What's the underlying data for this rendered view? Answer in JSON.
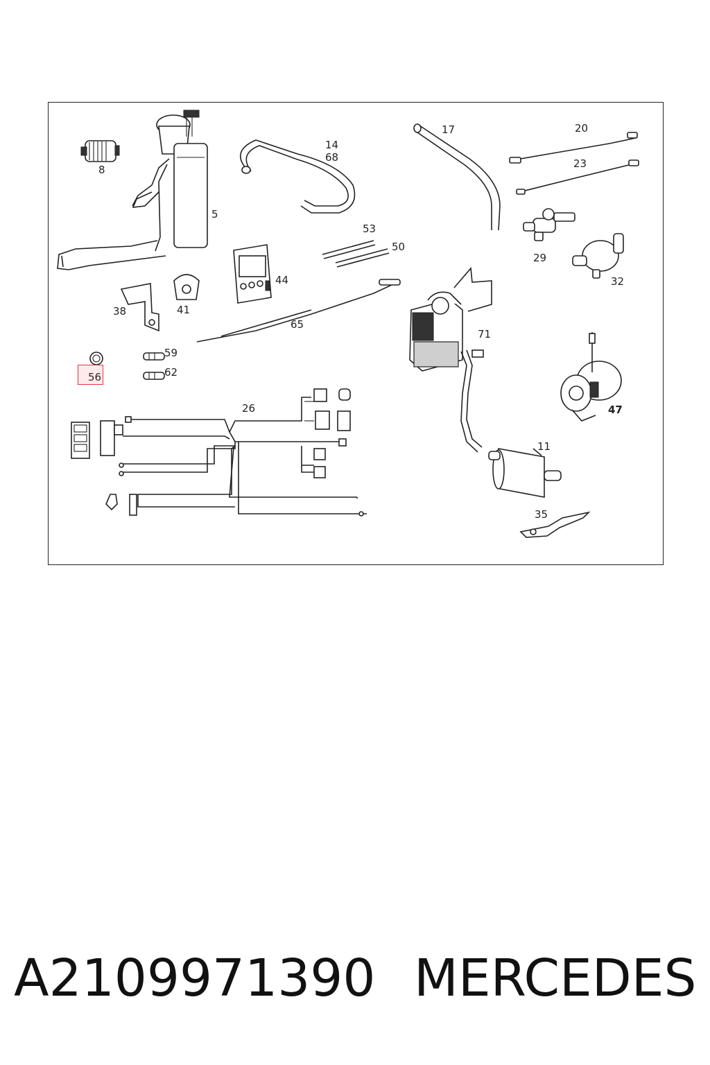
{
  "diagram": {
    "callouts": {
      "c8": "8",
      "c5": "5",
      "c14": "14",
      "c68": "68",
      "c17": "17",
      "c20": "20",
      "c23": "23",
      "c29": "29",
      "c32": "32",
      "c53": "53",
      "c50": "50",
      "c44": "44",
      "c38": "38",
      "c41": "41",
      "c65": "65",
      "c71": "71",
      "c59": "59",
      "c56": "56",
      "c62": "62",
      "c47": "47",
      "c26": "26",
      "c11": "11",
      "c35": "35"
    },
    "highlighted_callout": "56",
    "highlight_color": "#e8343a"
  },
  "footer": {
    "part_number": "A2109971390",
    "brand": "MERCEDES"
  }
}
